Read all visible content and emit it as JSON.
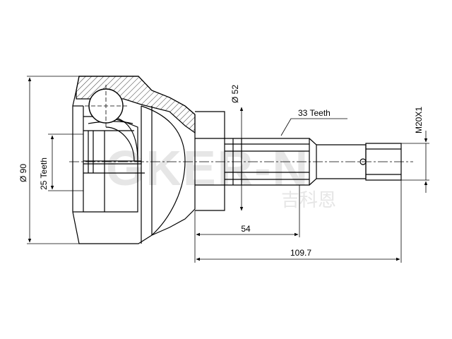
{
  "dimensions": {
    "outer_diameter": "Ø 90",
    "inner_teeth": "25 Teeth",
    "shaft_diameter": "Ø 52",
    "outer_teeth": "33 Teeth",
    "thread": "M20X1",
    "length_1": "54",
    "length_2": "109.7"
  },
  "watermark": {
    "brand": "GKER-N",
    "chinese": "吉科恩"
  },
  "colors": {
    "line": "#000000",
    "watermark": "#e6e6e6",
    "background": "#ffffff"
  }
}
